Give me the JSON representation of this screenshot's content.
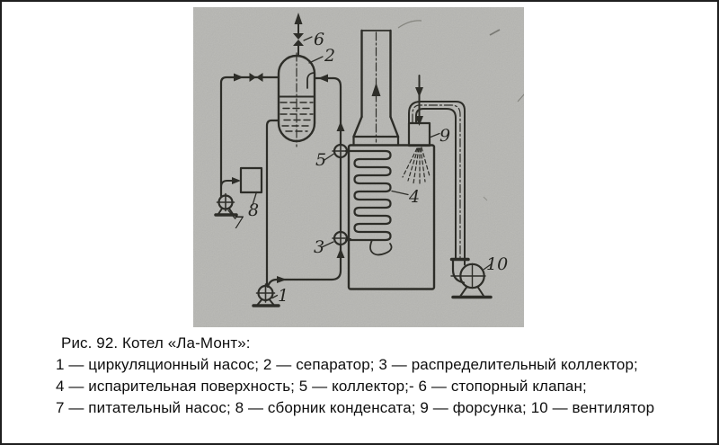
{
  "figure": {
    "caption": {
      "title": "Рис. 92. Котел «Ла-Монт»:",
      "legend_lines": [
        "1 — циркуляционный насос; 2 — сепаратор; 3 — распределительный коллектор;",
        "4 — испарительная поверхность; 5 — коллектор;- 6 — стопорный клапан;",
        "7 — питательный насос; 8 — сборник конденсата; 9 — форсунка; 10 — вентилятор"
      ]
    },
    "callouts": [
      "1",
      "2",
      "3",
      "4",
      "5",
      "6",
      "7",
      "8",
      "9",
      "10"
    ],
    "components": {
      "1": "циркуляционный насос",
      "2": "сепаратор",
      "3": "распределительный коллектор",
      "4": "испарительная поверхность",
      "5": "коллектор",
      "6": "стопорный клапан",
      "7": "питательный насос",
      "8": "сборник конденсата",
      "9": "форсунка",
      "10": "вентилятор"
    },
    "colors": {
      "paper": "#b6b6b2",
      "ink": "#2d2d28",
      "page_background": "#ffffff",
      "page_border": "#1f1f1f"
    }
  }
}
